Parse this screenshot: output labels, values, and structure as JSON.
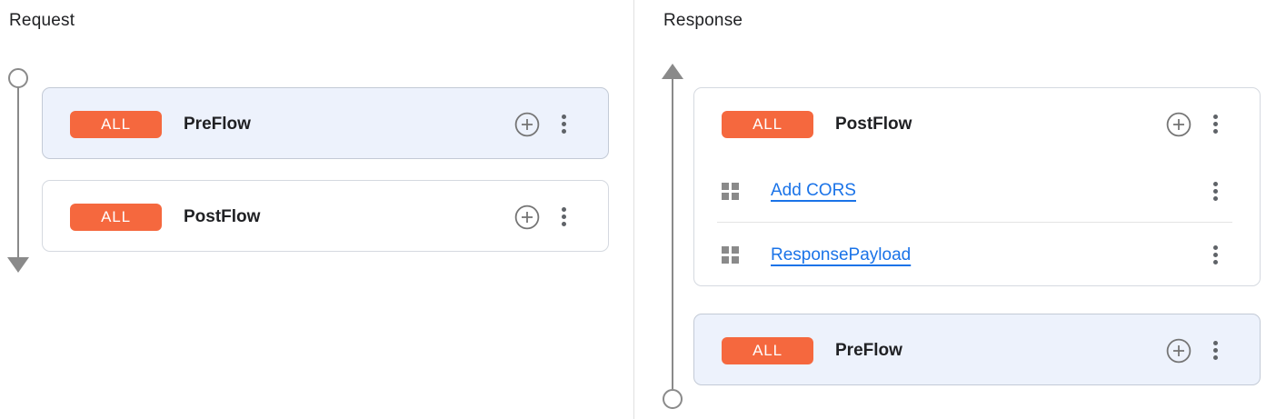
{
  "request_panel": {
    "title": "Request",
    "flows": [
      {
        "badge": "ALL",
        "name": "PreFlow",
        "selected": true
      },
      {
        "badge": "ALL",
        "name": "PostFlow",
        "selected": false
      }
    ]
  },
  "response_panel": {
    "title": "Response",
    "post_flow": {
      "badge": "ALL",
      "name": "PostFlow",
      "selected": false,
      "policies": [
        {
          "name": "Add CORS"
        },
        {
          "name": "ResponsePayload"
        }
      ]
    },
    "pre_flow": {
      "badge": "ALL",
      "name": "PreFlow",
      "selected": true
    }
  },
  "colors": {
    "badge_orange": "#f5683e",
    "selected_flow_bg": "#edf2fc",
    "link_blue": "#1a73e8",
    "timeline_gray": "#8a8a8a"
  },
  "icons": {
    "add_policy": "plus-circle-icon",
    "more_options": "kebab-menu-icon",
    "policy": "grid-icon",
    "request_direction": "arrow-down",
    "response_direction": "arrow-up"
  }
}
